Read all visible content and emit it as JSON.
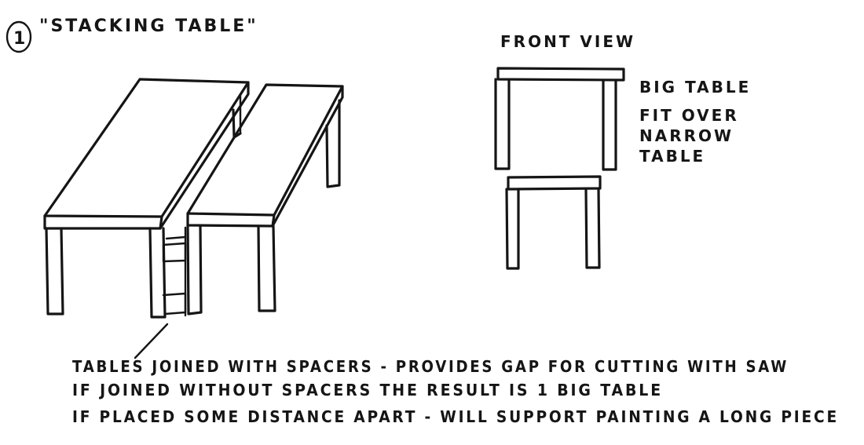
{
  "sketch": {
    "number": "1",
    "title": "\"STACKING TABLE\"",
    "front_view_label": "FRONT VIEW",
    "side_note_lines": [
      "BIG TABLE",
      "FIT OVER",
      "NARROW",
      "TABLE"
    ],
    "notes": [
      "TABLES JOINED WITH SPACERS - PROVIDES GAP FOR CUTTING WITH SAW",
      "IF JOINED WITHOUT SPACERS THE RESULT IS 1 BIG TABLE",
      "IF PLACED SOME DISTANCE APART - WILL SUPPORT PAINTING A LONG PIECE"
    ]
  }
}
